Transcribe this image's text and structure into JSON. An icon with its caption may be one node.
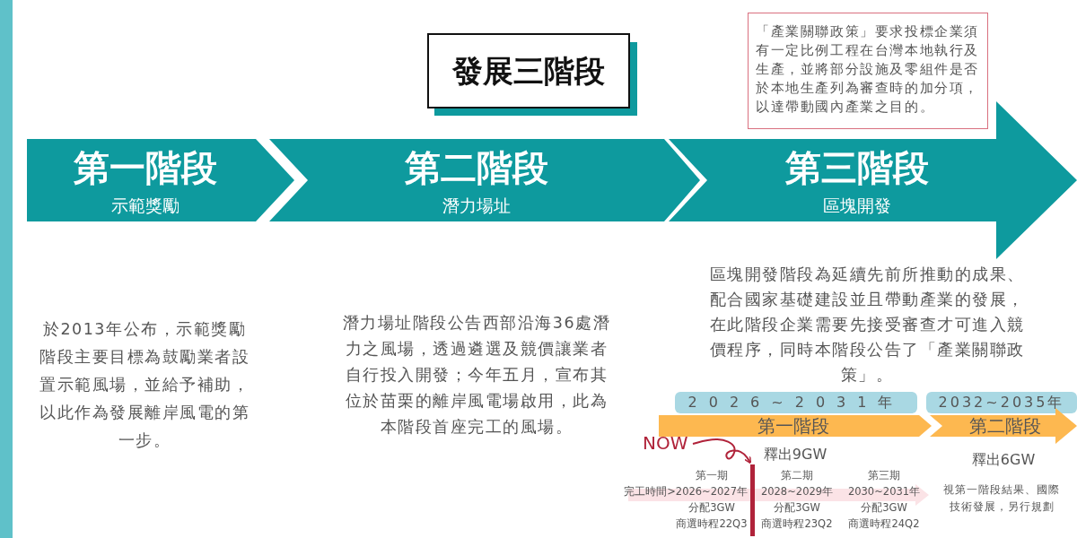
{
  "diagram": {
    "nodes": [
      {
        "text": [
          "發展三階段"
        ]
      },
      {
        "text": [
          "第一階段",
          "示範獎勵"
        ]
      },
      {
        "text": [
          "第二階段",
          "潛力場址"
        ]
      },
      {
        "text": [
          "第三階段",
          "區塊開發"
        ]
      },
      {
        "text": [
          "「產業關聯政策」要求投標企業須有一定比例工程在台灣本地執行及生產，並將部分設施及零組件是否於本地生產列為審查時的加分項，以達帶動國內產業之目的。"
        ]
      },
      {
        "text": [
          "2026~2031年"
        ]
      },
      {
        "text": [
          "2032~2035年"
        ]
      },
      {
        "text": [
          "第一階段"
        ],
        "beside": [
          "釋出9GW"
        ]
      },
      {
        "text": [
          "第二階段"
        ],
        "beside": [
          "釋出6GW"
        ]
      },
      {
        "text": [
          "NOW"
        ]
      },
      {
        "text": [],
        "shape": "bar"
      }
    ],
    "edges": [
      {
        "from": 9,
        "to": 10,
        "arrow": "to",
        "color": "#b0233a"
      }
    ],
    "labels": [
      "於2013年公布，示範獎勵階段主要目標為鼓勵業者設置示範風場，並給予補助，以此作為發展離岸風電的第一步。",
      "潛力場址階段公告西部沿海36處潛力之風場，透過遴選及競價讓業者自行投入開發；今年五月，宣布其位於苗栗的離岸風電場啟用，此為本階段首座完工的風場。",
      "區塊開發階段為延續先前所推動的成果、配合國家基礎建設並且帶動產業的發展，在此階段企業需要先接受審查才可進入競價程序，同時本階段公告了「產業關聯政策」。",
      "第一期",
      "完工時間>2026~2027年",
      "分配3GW",
      "商選時程22Q3",
      "第二期",
      "2028~2029年",
      "分配3GW",
      "商選時程23Q2",
      "第三期",
      "2030~2031年",
      "分配3GW",
      "商選時程24Q2",
      "視第一階段結果、國際技術發展，另行規劃"
    ]
  }
}
